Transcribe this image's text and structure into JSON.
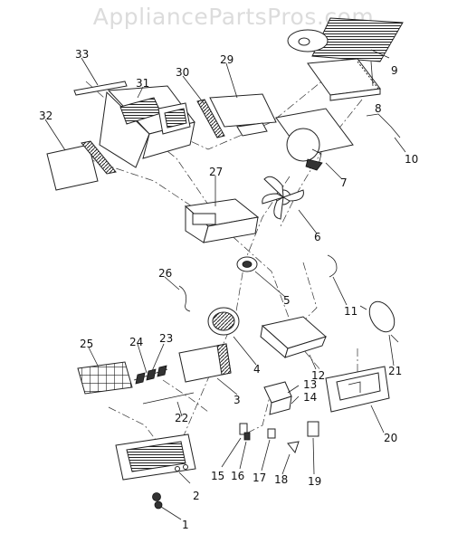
{
  "watermark": "AppliancePartsPros.com",
  "callouts": [
    "1",
    "2",
    "3",
    "4",
    "5",
    "6",
    "7",
    "8",
    "9",
    "10",
    "11",
    "12",
    "13",
    "14",
    "15",
    "16",
    "17",
    "18",
    "19",
    "20",
    "21",
    "22",
    "23",
    "24",
    "25",
    "26",
    "27",
    "29",
    "30",
    "31",
    "32",
    "33"
  ]
}
